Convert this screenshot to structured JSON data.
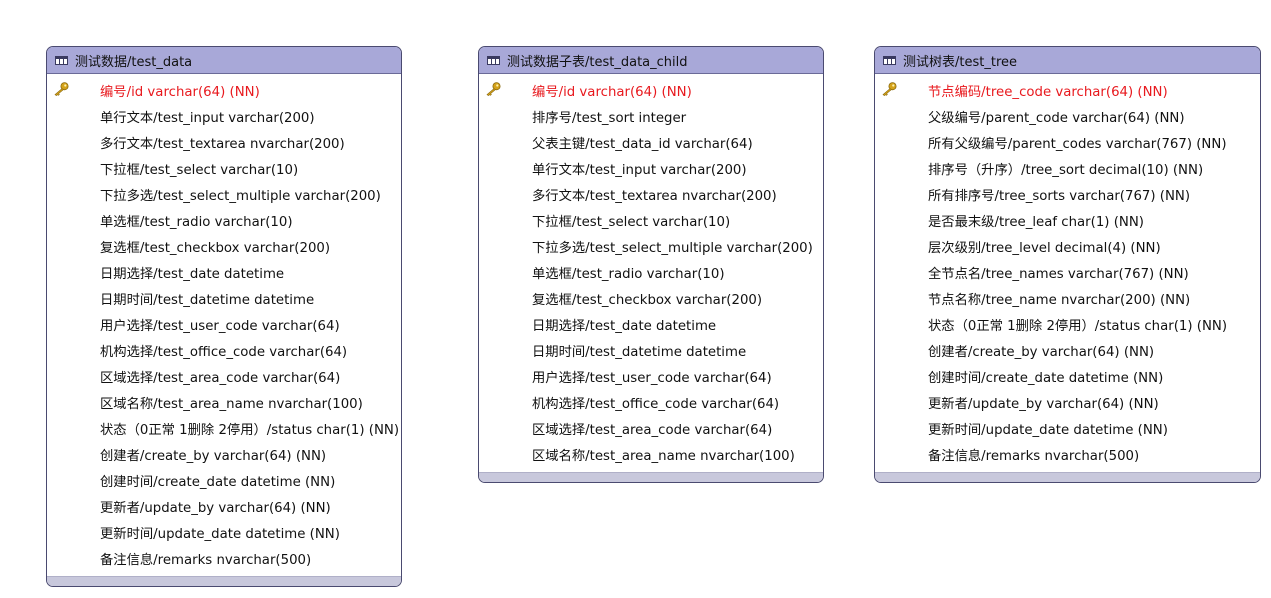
{
  "tables": [
    {
      "title": "测试数据/test_data",
      "columns": [
        {
          "text": "编号/id varchar(64) (NN)",
          "pk": true
        },
        {
          "text": "单行文本/test_input varchar(200)"
        },
        {
          "text": "多行文本/test_textarea nvarchar(200)"
        },
        {
          "text": "下拉框/test_select varchar(10)"
        },
        {
          "text": "下拉多选/test_select_multiple varchar(200)"
        },
        {
          "text": "单选框/test_radio varchar(10)"
        },
        {
          "text": "复选框/test_checkbox varchar(200)"
        },
        {
          "text": "日期选择/test_date datetime"
        },
        {
          "text": "日期时间/test_datetime datetime"
        },
        {
          "text": "用户选择/test_user_code varchar(64)"
        },
        {
          "text": "机构选择/test_office_code varchar(64)"
        },
        {
          "text": "区域选择/test_area_code varchar(64)"
        },
        {
          "text": "区域名称/test_area_name nvarchar(100)"
        },
        {
          "text": "状态（0正常 1删除 2停用）/status char(1) (NN)"
        },
        {
          "text": "创建者/create_by varchar(64) (NN)"
        },
        {
          "text": "创建时间/create_date datetime (NN)"
        },
        {
          "text": "更新者/update_by varchar(64) (NN)"
        },
        {
          "text": "更新时间/update_date datetime (NN)"
        },
        {
          "text": "备注信息/remarks nvarchar(500)"
        }
      ]
    },
    {
      "title": "测试数据子表/test_data_child",
      "columns": [
        {
          "text": "编号/id varchar(64) (NN)",
          "pk": true
        },
        {
          "text": "排序号/test_sort integer"
        },
        {
          "text": "父表主键/test_data_id varchar(64)"
        },
        {
          "text": "单行文本/test_input varchar(200)"
        },
        {
          "text": "多行文本/test_textarea nvarchar(200)"
        },
        {
          "text": "下拉框/test_select varchar(10)"
        },
        {
          "text": "下拉多选/test_select_multiple varchar(200)"
        },
        {
          "text": "单选框/test_radio varchar(10)"
        },
        {
          "text": "复选框/test_checkbox varchar(200)"
        },
        {
          "text": "日期选择/test_date datetime"
        },
        {
          "text": "日期时间/test_datetime datetime"
        },
        {
          "text": "用户选择/test_user_code varchar(64)"
        },
        {
          "text": "机构选择/test_office_code varchar(64)"
        },
        {
          "text": "区域选择/test_area_code varchar(64)"
        },
        {
          "text": "区域名称/test_area_name nvarchar(100)"
        }
      ]
    },
    {
      "title": "测试树表/test_tree",
      "columns": [
        {
          "text": "节点编码/tree_code varchar(64) (NN)",
          "pk": true
        },
        {
          "text": "父级编号/parent_code varchar(64) (NN)"
        },
        {
          "text": "所有父级编号/parent_codes varchar(767) (NN)"
        },
        {
          "text": "排序号（升序）/tree_sort decimal(10) (NN)"
        },
        {
          "text": "所有排序号/tree_sorts varchar(767) (NN)"
        },
        {
          "text": "是否最末级/tree_leaf char(1) (NN)"
        },
        {
          "text": "层次级别/tree_level decimal(4) (NN)"
        },
        {
          "text": "全节点名/tree_names varchar(767) (NN)"
        },
        {
          "text": "节点名称/tree_name nvarchar(200) (NN)"
        },
        {
          "text": "状态（0正常 1删除 2停用）/status char(1) (NN)"
        },
        {
          "text": "创建者/create_by varchar(64) (NN)"
        },
        {
          "text": "创建时间/create_date datetime (NN)"
        },
        {
          "text": "更新者/update_by varchar(64) (NN)"
        },
        {
          "text": "更新时间/update_date datetime (NN)"
        },
        {
          "text": "备注信息/remarks nvarchar(500)"
        }
      ]
    }
  ],
  "icons": {
    "table_header": "table-icon",
    "primary_key": "key-icon"
  },
  "colors": {
    "header_bg": "#a8a8d8",
    "pk_text": "#e8191e",
    "footer_bg": "#c8c8dc",
    "border": "#4a4a70"
  }
}
